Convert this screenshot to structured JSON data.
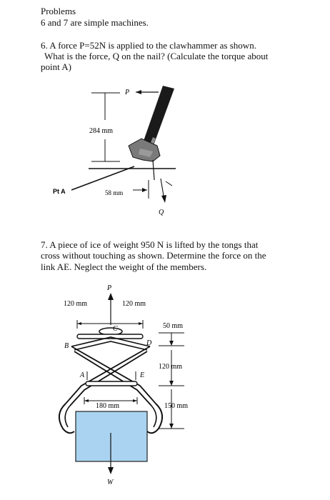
{
  "header": {
    "title": "Problems",
    "subtitle": "6 and 7 are simple machines."
  },
  "problem6": {
    "line1": "6.  A force P=52N is applied to the clawhammer as shown.",
    "line2": "What is the force, Q on the nail? (Calculate the torque about",
    "line3": "point A)",
    "figure": {
      "label_p": "P",
      "dim_height": "284 mm",
      "label_pivot": "Pt A",
      "dim_base": "58 mm",
      "label_q": "Q"
    }
  },
  "problem7": {
    "line1": "7.  A piece of ice of weight 950 N is lifted by the tongs that",
    "line2": "cross without touching as shown.  Determine the force on the",
    "line3": "link AE.  Neglect the weight of the members.",
    "figure": {
      "label_p": "P",
      "dim_left": "120 mm",
      "dim_right": "120 mm",
      "dim_top_right": "50 mm",
      "label_c": "C",
      "label_d": "D",
      "label_b": "B",
      "dim_mid_right": "120 mm",
      "label_a": "A",
      "label_e": "E",
      "dim_bottom": "180 mm",
      "dim_low_right": "150 mm",
      "label_w": "W"
    },
    "colors": {
      "ice": "#a9d3f0",
      "ice_edge": "#222222"
    }
  }
}
